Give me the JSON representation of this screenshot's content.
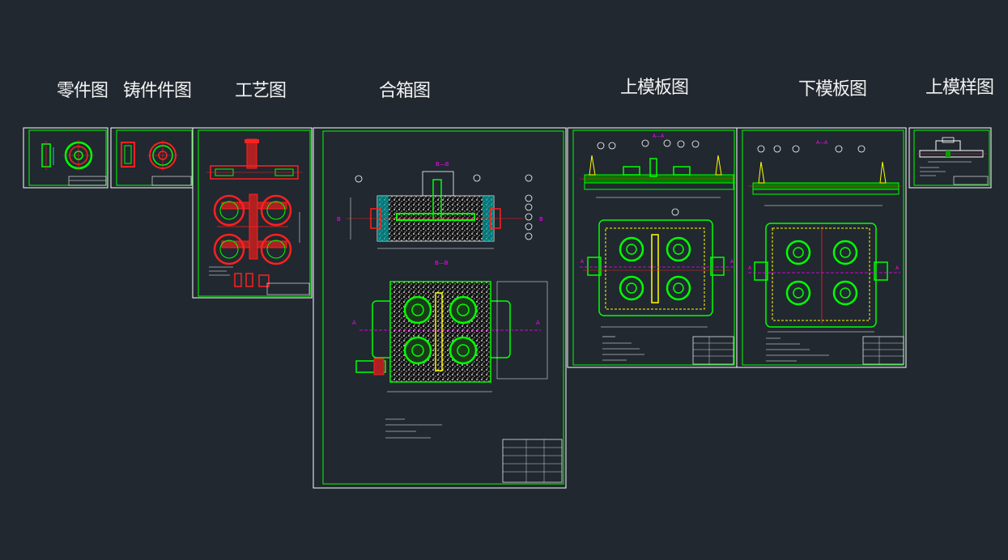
{
  "sheets": [
    {
      "key": "part",
      "title": "零件图"
    },
    {
      "key": "casting",
      "title": "铸件件图"
    },
    {
      "key": "process",
      "title": "工艺图"
    },
    {
      "key": "assembly",
      "title": "合箱图"
    },
    {
      "key": "upper_plate",
      "title": "上模板图"
    },
    {
      "key": "lower_plate",
      "title": "下模板图"
    },
    {
      "key": "upper_pattern",
      "title": "上模样图"
    }
  ],
  "section_labels": {
    "bb": "B—B",
    "aa": "A—A",
    "a": "A",
    "b": "B"
  },
  "colors": {
    "background": "#212830",
    "frame": "#ffffff",
    "border": "#00ff00",
    "red": "#ff2020",
    "yellow": "#ffff00",
    "cyan": "#00ffff",
    "magenta": "#ff00ff"
  }
}
